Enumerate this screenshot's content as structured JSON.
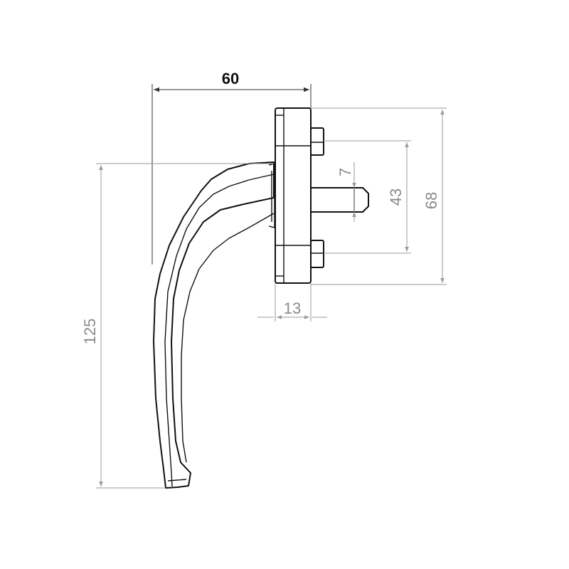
{
  "dimensions": {
    "width": "60",
    "height": "125",
    "base_height": "68",
    "screw_spacing": "43",
    "spindle": "7",
    "base_depth": "13"
  },
  "colors": {
    "outline": "#111111",
    "dimension": "#8a8a8a"
  }
}
